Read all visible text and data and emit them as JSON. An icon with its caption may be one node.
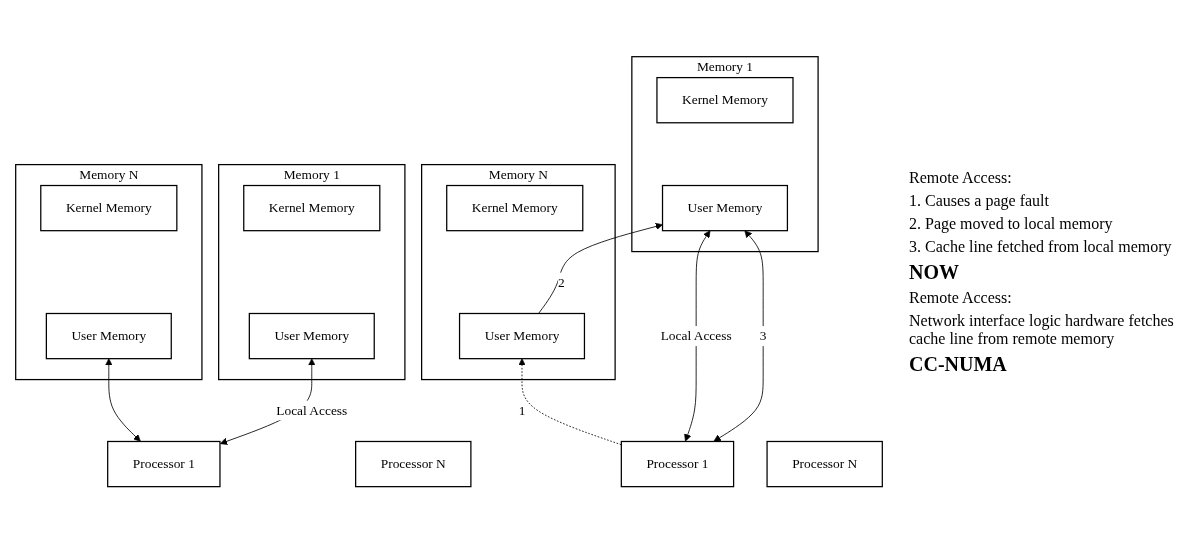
{
  "diagram": {
    "nodes": [
      {
        "text": [
          "Memory 1"
        ]
      },
      {
        "text": [
          "Kernel Memory"
        ],
        "in": 0
      },
      {
        "text": [
          "User Memory"
        ],
        "in": 0
      },
      {
        "text": [
          "Memory N"
        ]
      },
      {
        "text": [
          "Kernel Memory"
        ],
        "in": 3
      },
      {
        "text": [
          "User Memory"
        ],
        "in": 3
      },
      {
        "text": [
          "Memory 1"
        ]
      },
      {
        "text": [
          "Kernel Memory"
        ],
        "in": 6
      },
      {
        "text": [
          "User Memory"
        ],
        "in": 6
      },
      {
        "text": [
          "Memory N"
        ]
      },
      {
        "text": [
          "Kernel Memory"
        ],
        "in": 9
      },
      {
        "text": [
          "User Memory"
        ],
        "in": 9
      },
      {
        "text": [
          "Processor 1"
        ]
      },
      {
        "text": [
          "Processor N"
        ]
      },
      {
        "text": [
          "Processor 1"
        ]
      },
      {
        "text": [
          "Processor N"
        ]
      }
    ],
    "edges": [
      {
        "from": 5,
        "to": 2,
        "arrow": "to",
        "label": "2"
      },
      {
        "from": 12,
        "to": 2,
        "arrow": "both",
        "label": "Local Access"
      },
      {
        "from": 12,
        "to": 2,
        "arrow": "both",
        "label": "3"
      },
      {
        "from": 12,
        "to": 5,
        "arrow": "to",
        "label": "1",
        "style": "dashed"
      },
      {
        "from": 14,
        "to": 8,
        "arrow": "both",
        "label": "Local Access"
      },
      {
        "from": 14,
        "to": 11,
        "arrow": "both"
      }
    ],
    "labels": [
      "Remote Access:",
      "1. Causes a page fault",
      "2. Page moved to local memory",
      "3. Cache line fetched from local memory",
      "NOW",
      "Remote Access:",
      "Network interface logic hardware fetches cache line from remote memory",
      "CC-NUMA"
    ]
  }
}
